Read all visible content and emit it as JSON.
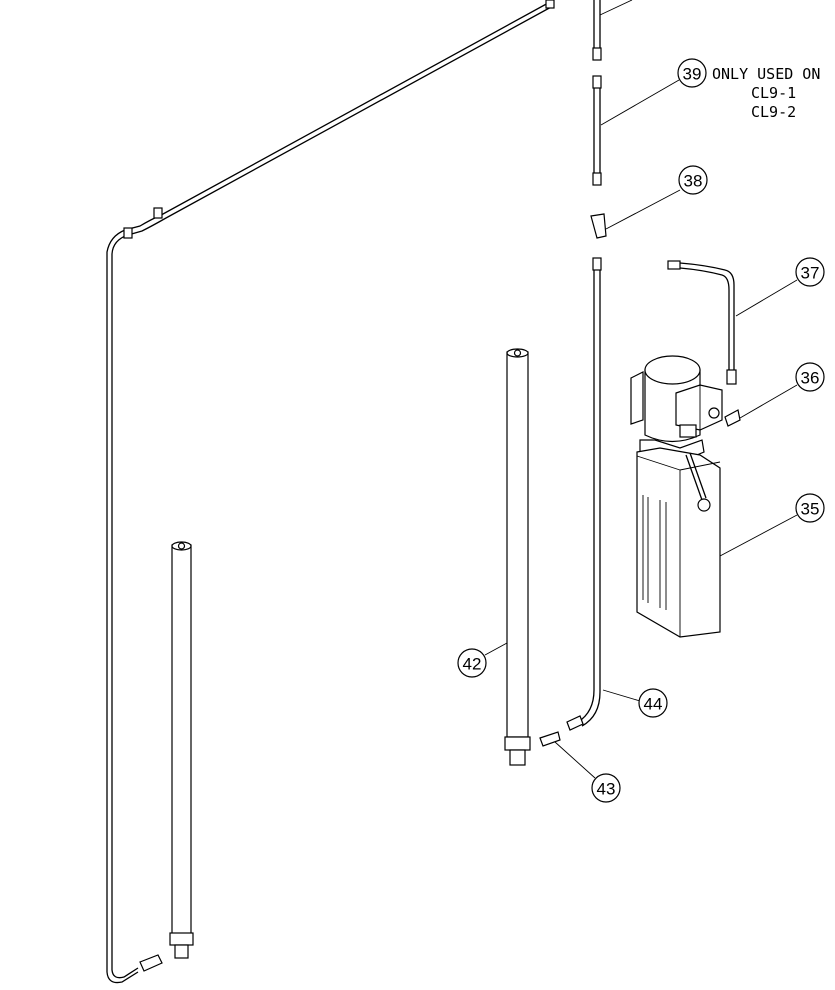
{
  "callouts": {
    "c35": "35",
    "c36": "36",
    "c37": "37",
    "c38": "38",
    "c39": "39",
    "c42": "42",
    "c43": "43",
    "c44": "44"
  },
  "note": {
    "line1": "ONLY USED ON",
    "line2": "CL9-1",
    "line3": "CL9-2"
  }
}
